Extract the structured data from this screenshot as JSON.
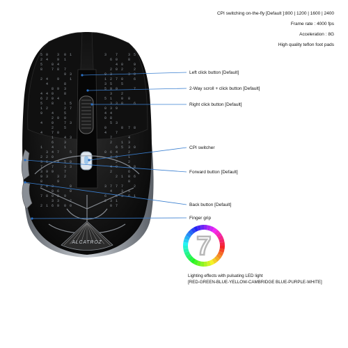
{
  "specs": {
    "lines": [
      "CPI switching on-the-fly [Default ]:800 | 1200 | 1600 | 2400",
      "Frame rate : 4000 fps",
      "Acceleration : 8G",
      "High quality teflon foot pads"
    ]
  },
  "callouts": [
    {
      "label": "Left click button [Default]"
    },
    {
      "label": "2-Way scroll + click button [Default]"
    },
    {
      "label": "Right click button [Default]"
    },
    {
      "label": "CPI switcher"
    },
    {
      "label": "Forward button [Default]"
    },
    {
      "label": "Back button [Default]"
    },
    {
      "label": "Finger grip"
    }
  ],
  "lighting": {
    "badge_number": "7",
    "title": "Lighting effects with pulsating LED light",
    "colors_text": "[RED-GREEN-BLUE-YELLOW-CAMBRIDGE BLUE-PURPLE-WHITE]"
  },
  "mouse": {
    "brand": "ALCATROZ",
    "body_color": "#0d0d0d",
    "trim_color": "#8a8f96",
    "pattern_color": "#9aa0a8"
  },
  "colors": {
    "leader_line": "#3a7fd0",
    "leader_dot": "#2a6fc4"
  }
}
